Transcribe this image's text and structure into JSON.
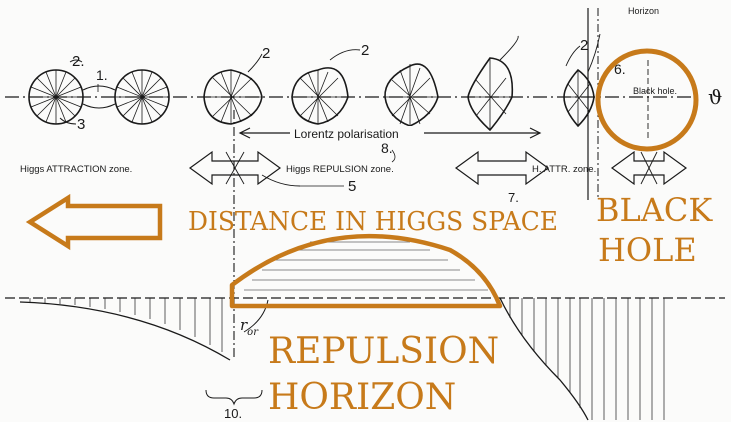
{
  "labels": {
    "num_1": "1.",
    "num_2a": "2.",
    "num_2b": "2",
    "num_2c": "2",
    "num_2d": "2",
    "num_3": "3",
    "num_5": "5",
    "num_6": "6.",
    "num_7": "7.",
    "num_8": "8.",
    "num_10": "10.",
    "lorentz": "Lorentz polarisation",
    "higgs_attraction": "Higgs ATTRACTION zone.",
    "higgs_repulsion": "Higgs REPULSION zone.",
    "h_attr": "H. ATTR. zone.",
    "horizon_small": "Horizon",
    "black_hole_small": "Black hole.",
    "r_or": "r",
    "r_or_sub": "or",
    "theta": "ϑ"
  },
  "overlay": {
    "distance": "DISTANCE IN HIGGS SPACE",
    "black": "BLACK",
    "hole": "HOLE",
    "repulsion": "REPULSION",
    "horizon": "HORIZON",
    "accent_color": "#c77a1a"
  }
}
